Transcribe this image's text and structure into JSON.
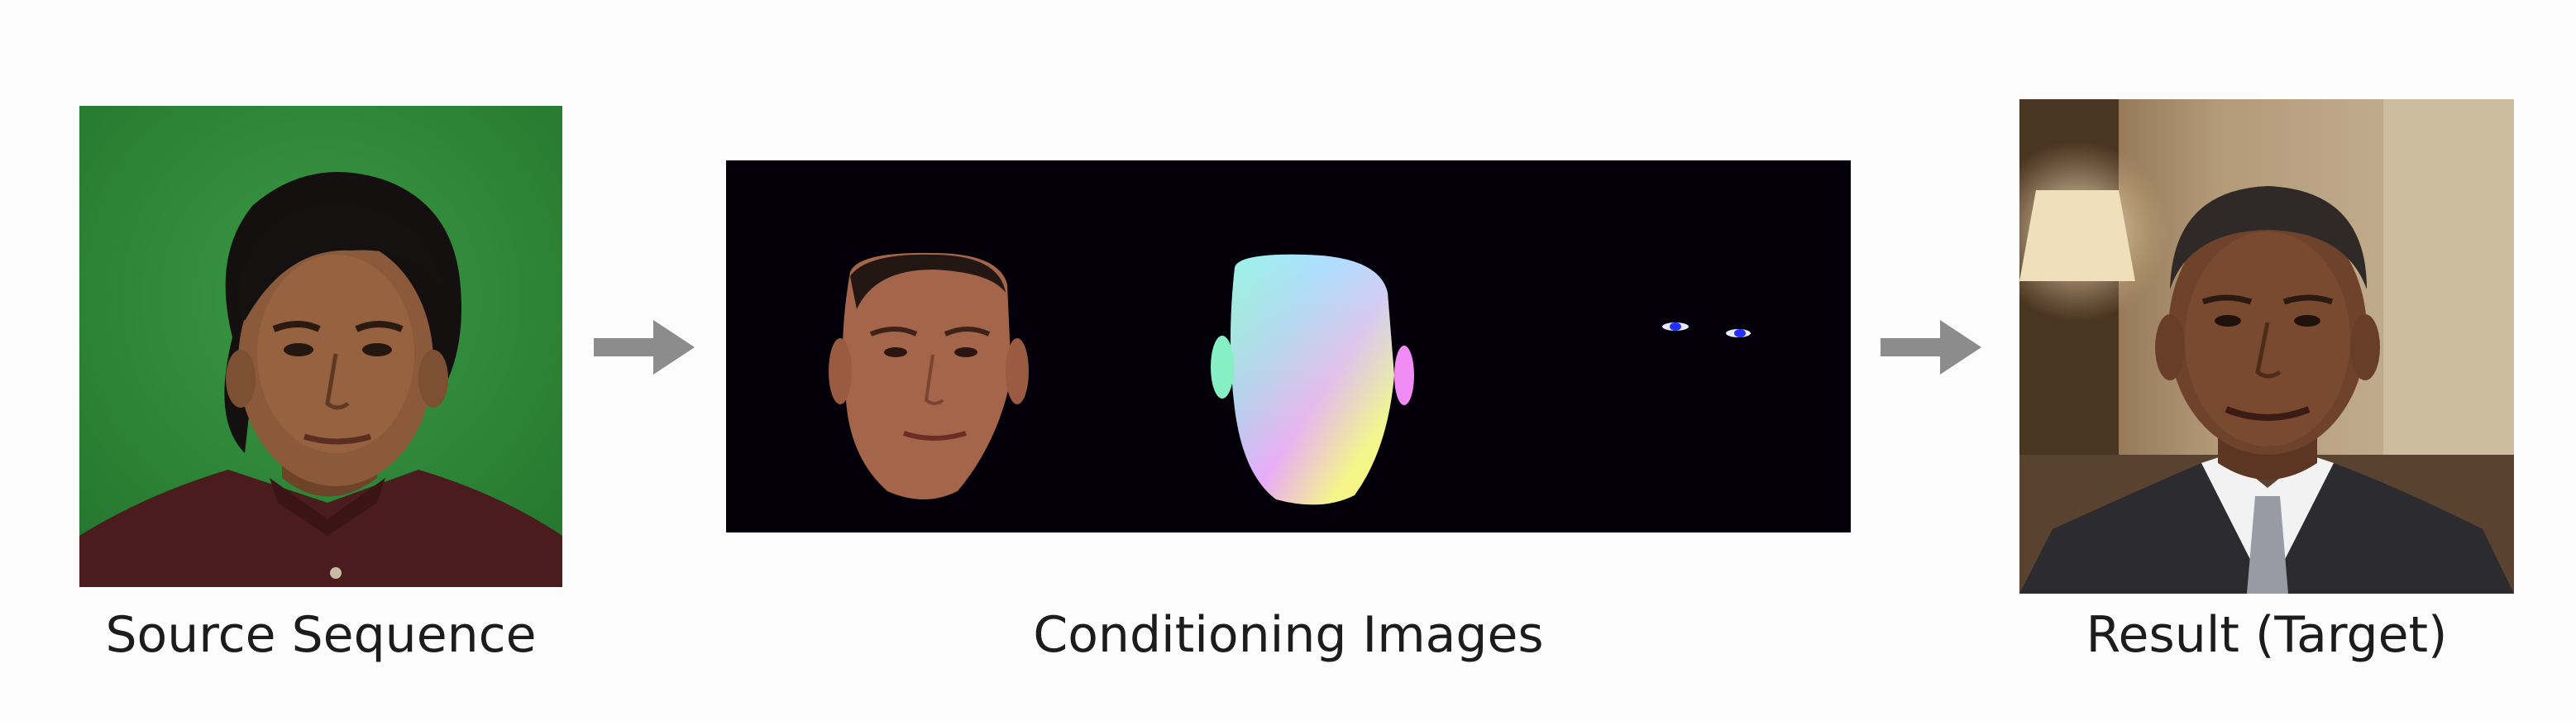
{
  "source": {
    "caption": "Source Sequence"
  },
  "conditioning": {
    "caption": "Conditioning Images"
  },
  "result": {
    "caption": "Result (Target)"
  },
  "colors": {
    "green_screen": "#2f8a3a",
    "arrow": "#8c8c8c",
    "conditioning_bg": "#03000a",
    "caption_text": "#1c1c1c"
  }
}
